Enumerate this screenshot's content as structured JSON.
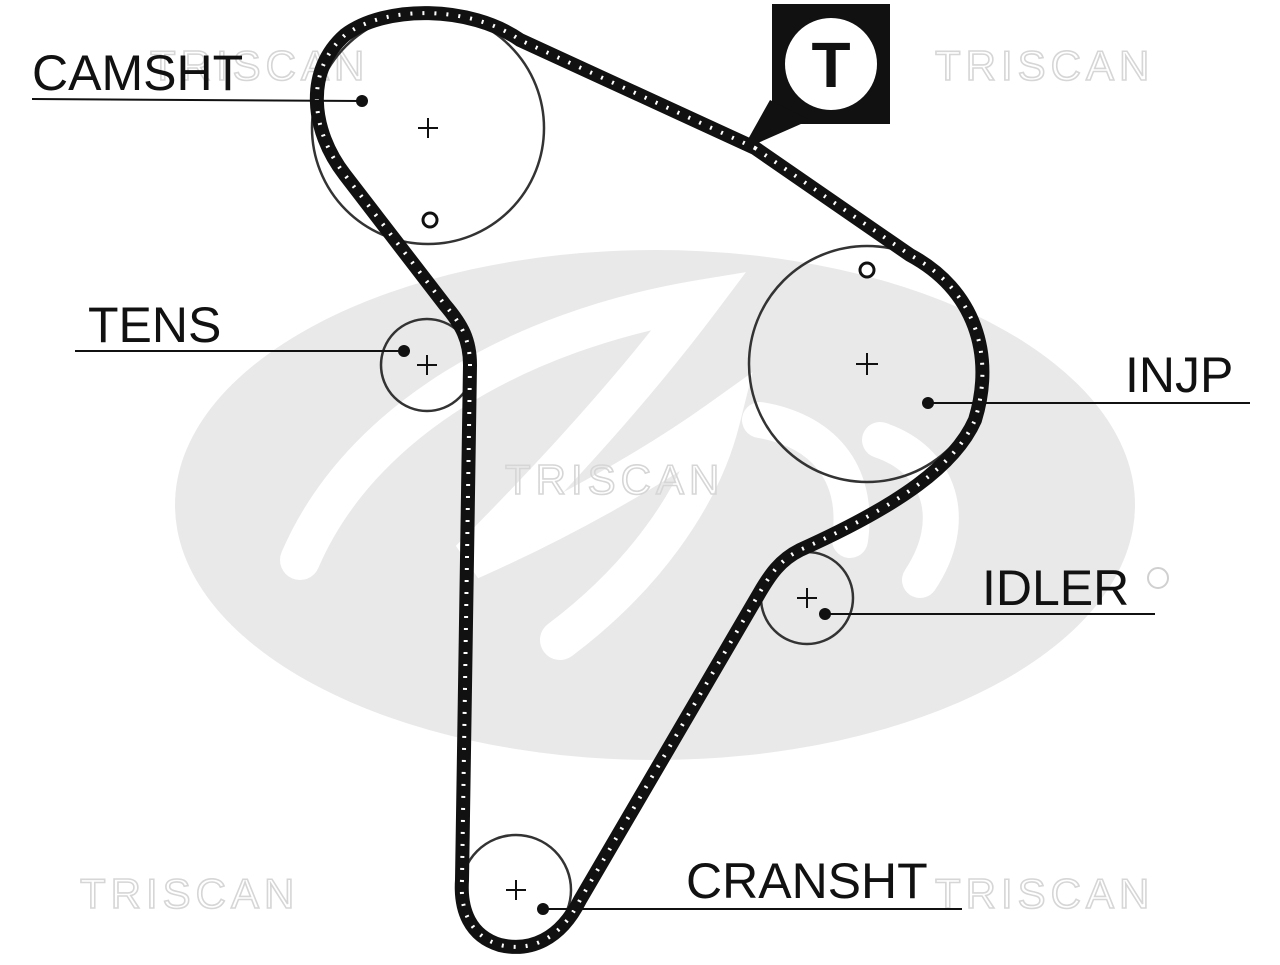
{
  "watermark": {
    "brand_text": "TRISCAN"
  },
  "badge": {
    "letter": "T"
  },
  "labels": {
    "camshaft": "CAMSHT",
    "tensioner": "TENS",
    "injection_pump": "INJP",
    "idler": "IDLER",
    "crankshaft": "CRANSHT"
  },
  "colors": {
    "belt": "#111111",
    "pulley_outline": "#333333",
    "logo_watermark": "#e6e6e6",
    "text_watermark": "#d6d6d6"
  }
}
